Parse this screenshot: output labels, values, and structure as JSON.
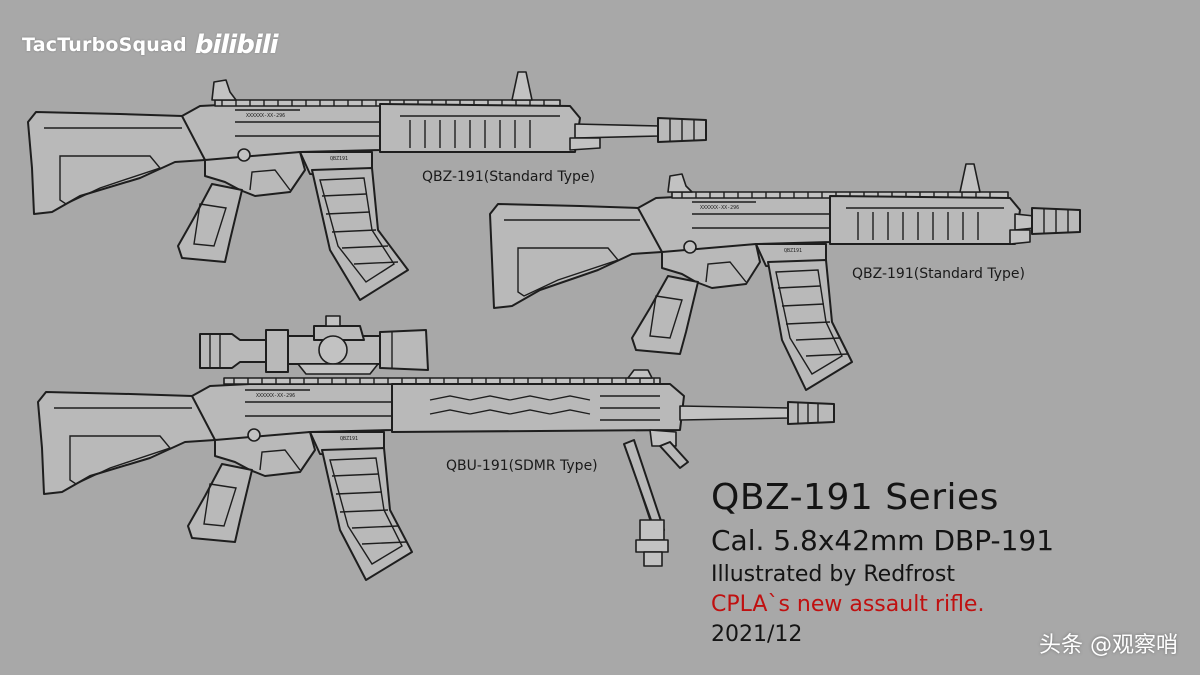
{
  "watermark_top": {
    "channel": "TacTurboSquad",
    "logo": "bilibili"
  },
  "weapons": [
    {
      "label": "QBZ-191(Standard Type)"
    },
    {
      "label": "QBZ-191(Standard Type)"
    },
    {
      "label": "QBU-191(SDMR Type)"
    }
  ],
  "info": {
    "title": "QBZ-191 Series",
    "caliber": "Cal. 5.8x42mm DBP-191",
    "credit": "Illustrated by Redfrost",
    "tagline": "CPLA`s new assault rifle.",
    "date": "2021/12"
  },
  "watermark_bottom": {
    "text": "头条 @观察哨"
  },
  "colors": {
    "background": "#a8a8a8",
    "line": "#1e1e1e",
    "tagline_red": "#c01010",
    "watermark": "#ffffff"
  }
}
